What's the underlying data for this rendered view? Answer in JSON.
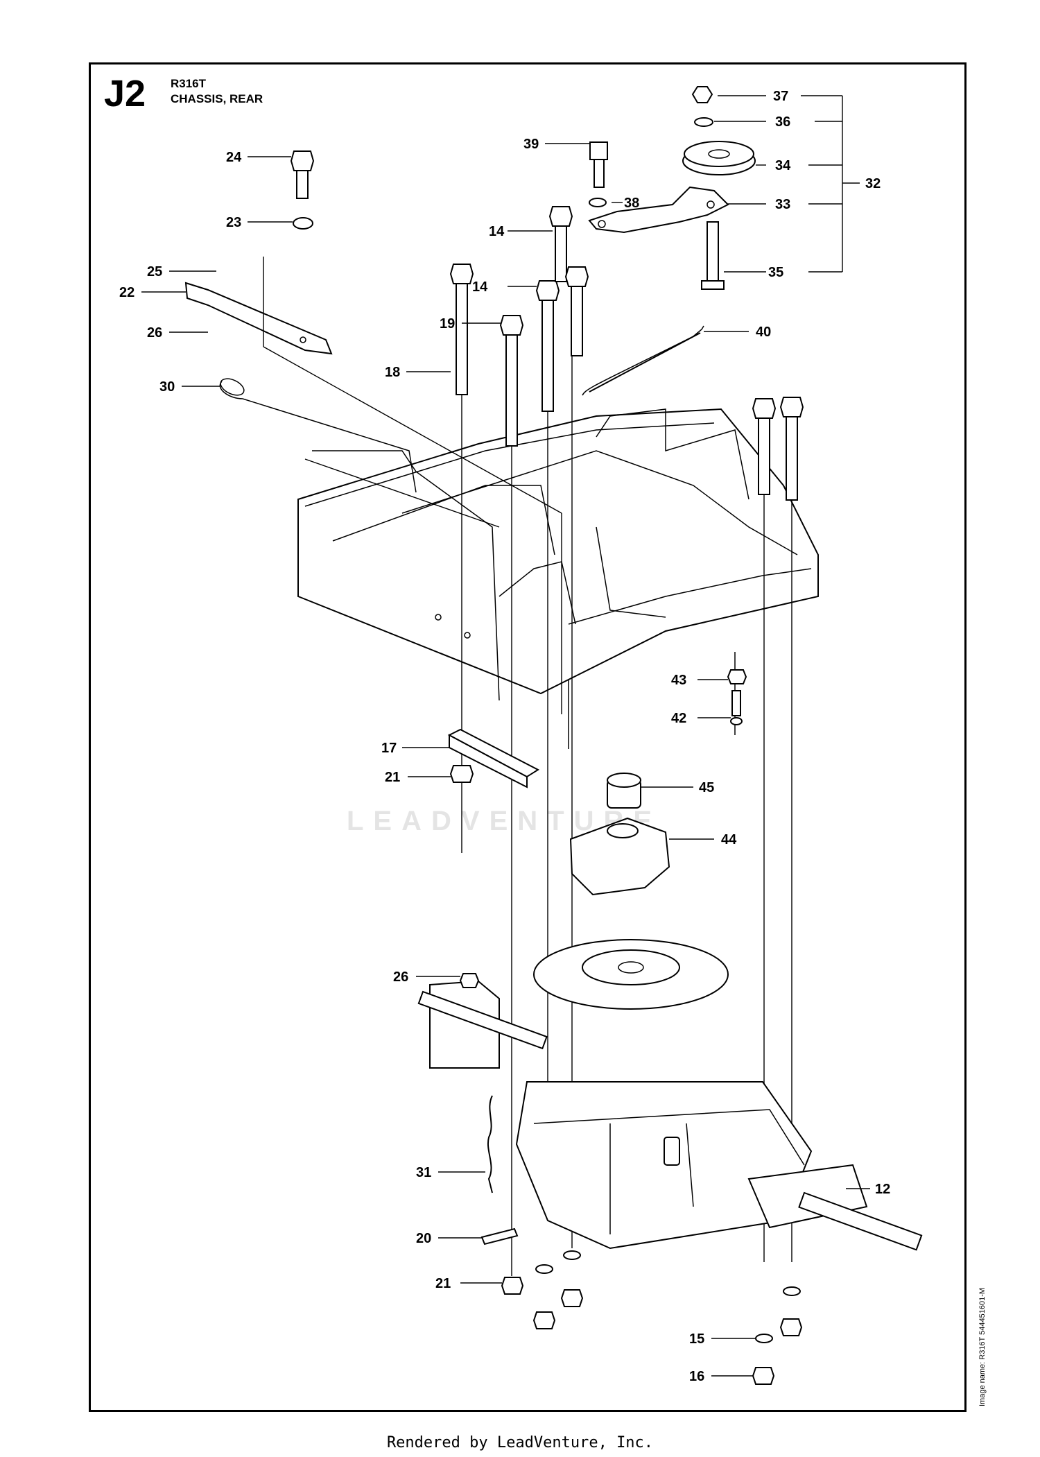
{
  "header": {
    "section_code": "J2",
    "model": "R316T",
    "title": "CHASSIS, REAR"
  },
  "watermark": "LEADVENTURE",
  "image_name": "Image name: R316T 544451601-M",
  "footer": "Rendered by LeadVenture, Inc.",
  "callouts": {
    "c12": "12",
    "c14a": "14",
    "c14b": "14",
    "c15": "15",
    "c16": "16",
    "c17": "17",
    "c18": "18",
    "c19": "19",
    "c20": "20",
    "c21a": "21",
    "c21b": "21",
    "c22": "22",
    "c23": "23",
    "c24": "24",
    "c25": "25",
    "c26a": "26",
    "c26b": "26",
    "c30": "30",
    "c31": "31",
    "c32": "32",
    "c33": "33",
    "c34": "34",
    "c35": "35",
    "c36": "36",
    "c37": "37",
    "c38": "38",
    "c39": "39",
    "c40": "40",
    "c42": "42",
    "c43": "43",
    "c44": "44",
    "c45": "45"
  }
}
